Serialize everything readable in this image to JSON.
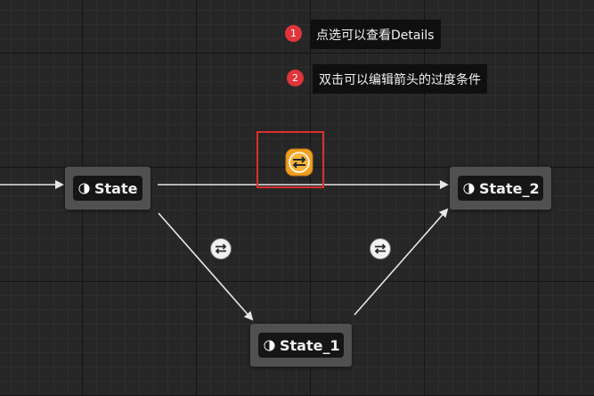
{
  "callouts": [
    {
      "number": "1",
      "text": "点选可以查看Details"
    },
    {
      "number": "2",
      "text": "双击可以编辑箭头的过度条件"
    }
  ],
  "nodes": {
    "state": {
      "label": "State"
    },
    "state_1": {
      "label": "State_1"
    },
    "state_2": {
      "label": "State_2"
    }
  },
  "colors": {
    "wire": "#e6e6e6",
    "highlight": "#d7302f",
    "badge": "#e0353a",
    "selected_transition": "#f0a020"
  },
  "icons": {
    "transition": "transition-arrows-icon",
    "state": "state-half-circle-icon"
  }
}
